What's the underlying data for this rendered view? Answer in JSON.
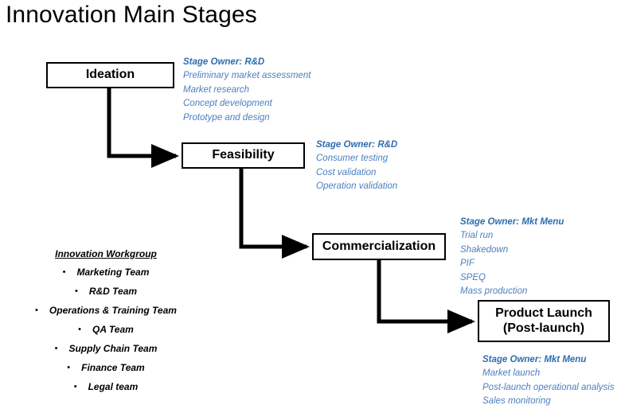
{
  "title": "Innovation Main Stages",
  "diagram": {
    "type": "flowchart",
    "orientation": "cascading-stairstep",
    "stages": [
      {
        "id": "ideation",
        "label": "Ideation",
        "owner": "Stage Owner: R&D",
        "activities": [
          "Preliminary market assessment",
          "Market research",
          "Concept development",
          "Prototype and design"
        ]
      },
      {
        "id": "feasibility",
        "label": "Feasibility",
        "owner": "Stage Owner: R&D",
        "activities": [
          "Consumer testing",
          "Cost validation",
          "Operation validation"
        ]
      },
      {
        "id": "commercialization",
        "label": "Commercialization",
        "owner": "Stage Owner: Mkt Menu",
        "activities": [
          "Trial run",
          "Shakedown",
          "PIF",
          "SPEQ",
          "Mass production"
        ]
      },
      {
        "id": "product-launch",
        "label": "Product Launch\n(Post-launch)",
        "label_line1": "Product Launch",
        "label_line2": "(Post-launch)",
        "owner": "Stage Owner: Mkt Menu",
        "activities": [
          "Market launch",
          "Post-launch operational analysis",
          "Sales monitoring"
        ]
      }
    ],
    "connectors": [
      {
        "from": "ideation",
        "to": "feasibility",
        "style": "elbow-arrow"
      },
      {
        "from": "feasibility",
        "to": "commercialization",
        "style": "elbow-arrow"
      },
      {
        "from": "commercialization",
        "to": "product-launch",
        "style": "elbow-arrow"
      }
    ]
  },
  "workgroup": {
    "title": "Innovation Workgroup",
    "bullet_glyph": "•",
    "items": [
      "Marketing Team",
      "R&D Team",
      "Operations & Training Team",
      "QA Team",
      "Supply Chain Team",
      "Finance Team",
      "Legal team"
    ]
  },
  "colors": {
    "owner_blue": "#2E6DAF",
    "activity_blue": "#4B7FBE",
    "box_border": "#000000",
    "connector": "#000000",
    "text": "#000000",
    "background": "#FFFFFF"
  }
}
